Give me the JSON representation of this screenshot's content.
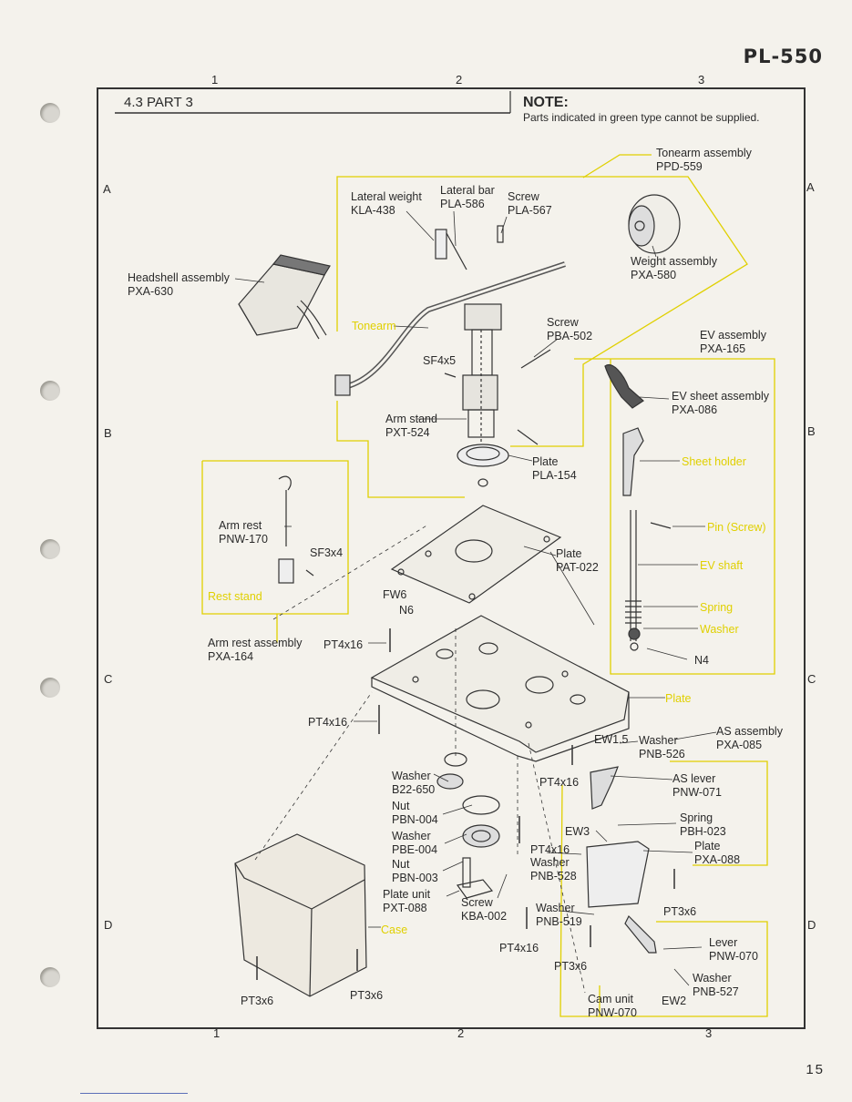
{
  "model": "PL-550",
  "page_number": "15",
  "section_title": "4.3 PART 3",
  "note": {
    "heading": "NOTE:",
    "text": "Parts indicated in green type cannot be supplied."
  },
  "grid": {
    "cols": [
      "1",
      "2",
      "3"
    ],
    "rows": [
      "A",
      "B",
      "C",
      "D"
    ]
  },
  "labels": {
    "tonearm_assembly": {
      "name": "Tonearm assembly",
      "part": "PPD-559"
    },
    "lateral_weight": {
      "name": "Lateral weight",
      "part": "KLA-438"
    },
    "lateral_bar": {
      "name": "Lateral bar",
      "part": "PLA-586"
    },
    "screw_pla567": {
      "name": "Screw",
      "part": "PLA-567"
    },
    "weight_assembly": {
      "name": "Weight assembly",
      "part": "PXA-580"
    },
    "headshell_assembly": {
      "name": "Headshell assembly",
      "part": "PXA-630"
    },
    "tonearm": "Tonearm",
    "screw_pba502": {
      "name": "Screw",
      "part": "PBA-502"
    },
    "ev_assembly": {
      "name": "EV assembly",
      "part": "PXA-165"
    },
    "sf4x5": "SF4x5",
    "ev_sheet_assembly": {
      "name": "EV sheet assembly",
      "part": "PXA-086"
    },
    "arm_stand": {
      "name": "Arm stand",
      "part": "PXT-524"
    },
    "plate_pla154": {
      "name": "Plate",
      "part": "PLA-154"
    },
    "sheet_holder": "Sheet holder",
    "arm_rest": {
      "name": "Arm rest",
      "part": "PNW-170"
    },
    "sf3x4": "SF3x4",
    "pin_screw": "Pin (Screw)",
    "plate_pat022": {
      "name": "Plate",
      "part": "PAT-022"
    },
    "ev_shaft": "EV shaft",
    "fw6": "FW6",
    "n6": "N6",
    "rest_stand": "Rest stand",
    "spring_green": "Spring",
    "washer_green": "Washer",
    "arm_rest_assembly": {
      "name": "Arm rest assembly",
      "part": "PXA-164"
    },
    "pt4x16_a": "PT4x16",
    "n4": "N4",
    "plate_green": "Plate",
    "pt4x16_b": "PT4x16",
    "as_assembly": {
      "name": "AS assembly",
      "part": "PXA-085"
    },
    "ew15": "EW1.5",
    "washer_pnb526": {
      "name": "Washer",
      "part": "PNB-526"
    },
    "washer_b22650": {
      "name": "Washer",
      "part": "B22-650"
    },
    "pt4x16_c": "PT4x16",
    "as_lever": {
      "name": "AS lever",
      "part": "PNW-071"
    },
    "nut_pbn004": {
      "name": "Nut",
      "part": "PBN-004"
    },
    "spring_pbh023": {
      "name": "Spring",
      "part": "PBH-023"
    },
    "washer_pbe004": {
      "name": "Washer",
      "part": "PBE-004"
    },
    "ew3": "EW3",
    "plate_pxa088": {
      "name": "Plate",
      "part": "PXA-088"
    },
    "pt4x16_d": "PT4x16",
    "washer_pnb528": {
      "name": "Washer",
      "part": "PNB-528"
    },
    "nut_pbn003": {
      "name": "Nut",
      "part": "PBN-003"
    },
    "plate_unit": {
      "name": "Plate unit",
      "part": "PXT-088"
    },
    "screw_kba002": {
      "name": "Screw",
      "part": "KBA-002"
    },
    "washer_pnb519": {
      "name": "Washer",
      "part": "PNB-519"
    },
    "pt3x6_a": "PT3x6",
    "case": "Case",
    "pt4x16_e": "PT4x16",
    "lever": {
      "name": "Lever",
      "part": "PNW-070"
    },
    "pt3x6_b": "PT3x6",
    "washer_pnb527": {
      "name": "Washer",
      "part": "PNB-527"
    },
    "cam_unit": {
      "name": "Cam unit",
      "part": "PNW-070"
    },
    "ew2": "EW2",
    "pt3x6_c": "PT3x6",
    "pt3x6_d": "PT3x6"
  },
  "colors": {
    "line": "#333333",
    "green_label": "#e0d000",
    "paper": "#f4f2ec"
  }
}
